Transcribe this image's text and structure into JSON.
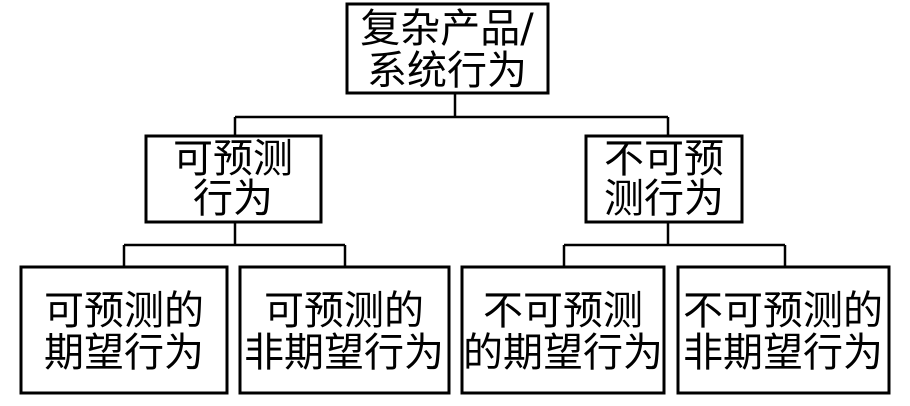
{
  "diagram": {
    "root": {
      "line1": "复杂产品/",
      "line2": "系统行为"
    },
    "predictable": {
      "line1": "可预测",
      "line2": "行为"
    },
    "unpredictable": {
      "line1": "不可预",
      "line2": "测行为"
    },
    "leaf_predictable_expected": {
      "line1": "可预测的",
      "line2": "期望行为"
    },
    "leaf_predictable_unexpected": {
      "line1": "可预测的",
      "line2": "非期望行为"
    },
    "leaf_unpredictable_expected": {
      "line1": "不可预测",
      "line2": "的期望行为"
    },
    "leaf_unpredictable_unexpected": {
      "line1": "不可预测的",
      "line2": "非期望行为"
    }
  }
}
